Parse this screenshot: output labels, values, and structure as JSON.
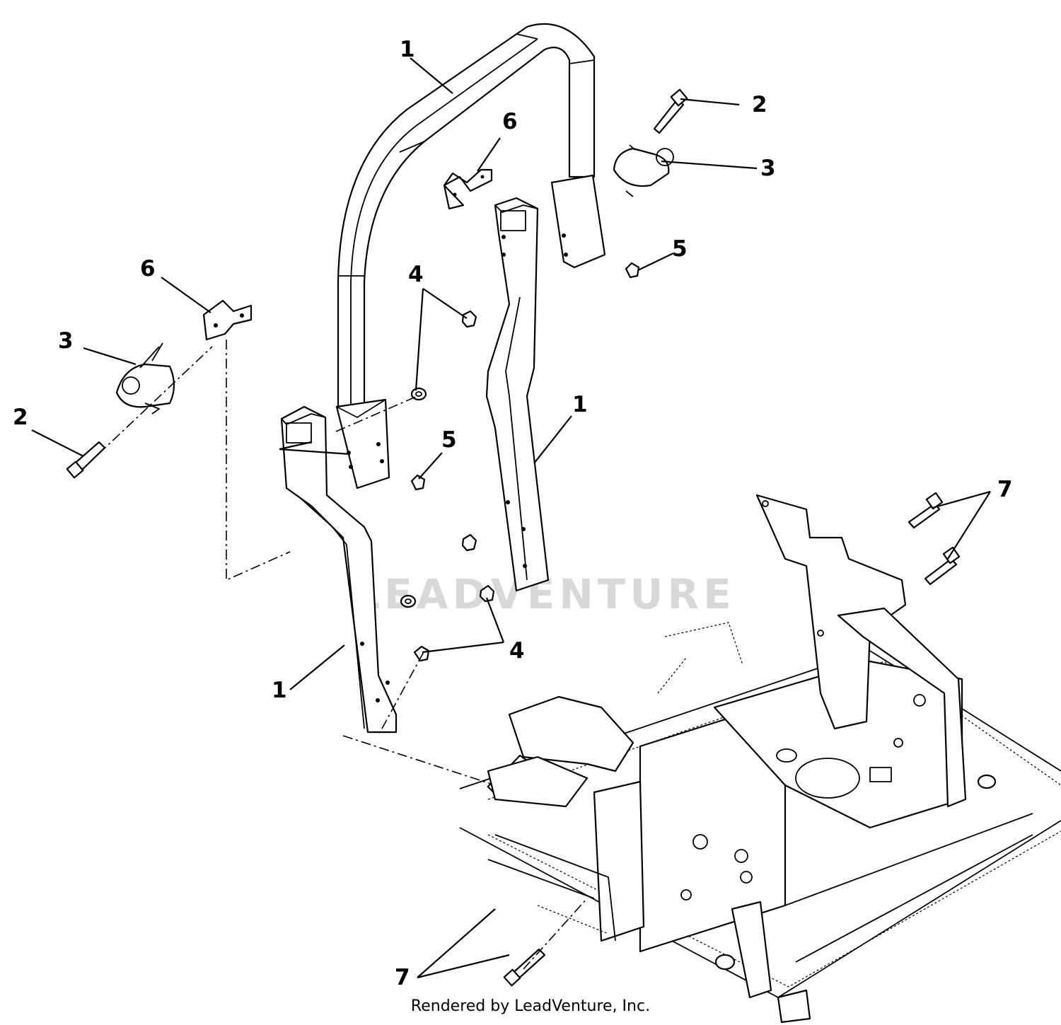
{
  "watermark": "LEADVENTURE",
  "footer": "Rendered by LeadVenture, Inc.",
  "callouts": [
    {
      "id": "c1a",
      "label": "1"
    },
    {
      "id": "c1b",
      "label": "1"
    },
    {
      "id": "c1c",
      "label": "1"
    },
    {
      "id": "c2a",
      "label": "2"
    },
    {
      "id": "c2b",
      "label": "2"
    },
    {
      "id": "c3a",
      "label": "3"
    },
    {
      "id": "c3b",
      "label": "3"
    },
    {
      "id": "c4a",
      "label": "4"
    },
    {
      "id": "c4b",
      "label": "4"
    },
    {
      "id": "c5a",
      "label": "5"
    },
    {
      "id": "c5b",
      "label": "5"
    },
    {
      "id": "c6a",
      "label": "6"
    },
    {
      "id": "c6b",
      "label": "6"
    },
    {
      "id": "c7a",
      "label": "7"
    },
    {
      "id": "c7b",
      "label": "7"
    }
  ]
}
